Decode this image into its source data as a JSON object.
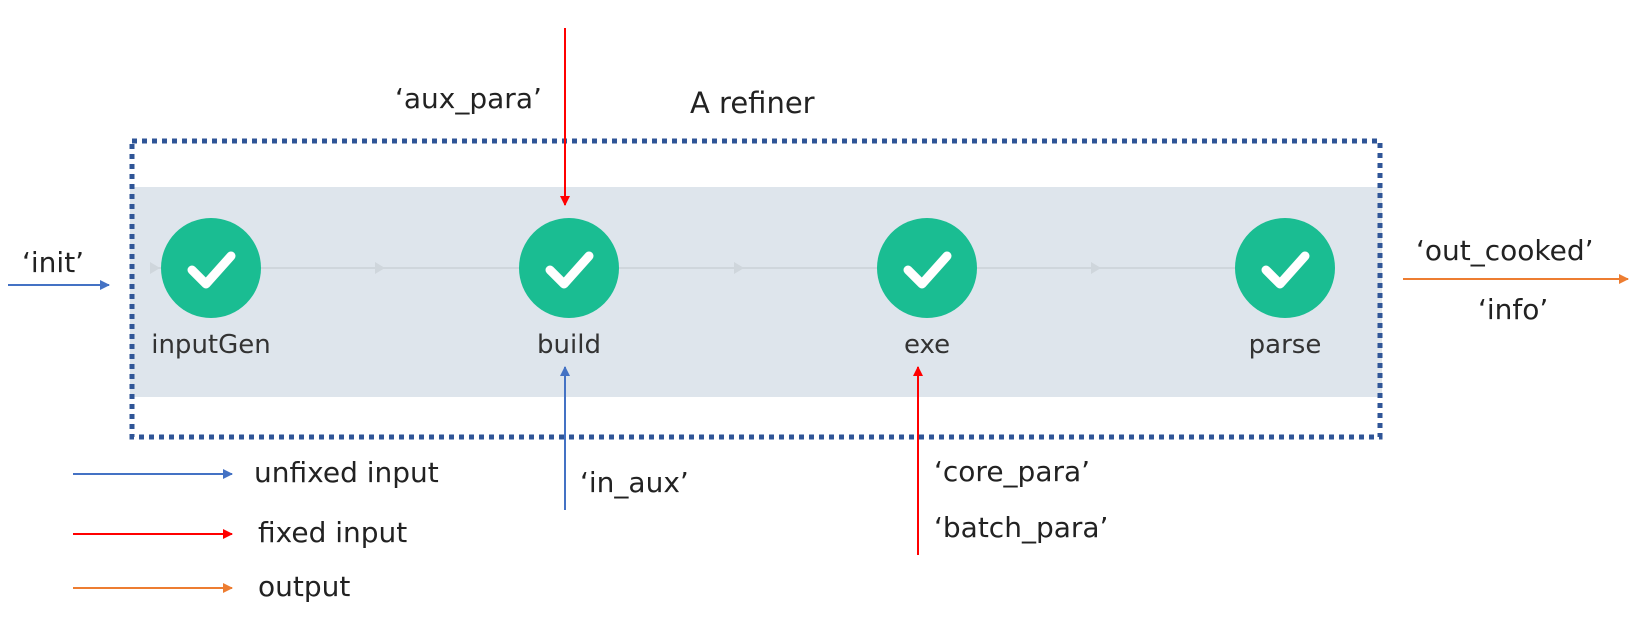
{
  "title": "A refiner",
  "steps": [
    {
      "label": "inputGen",
      "status": "done"
    },
    {
      "label": "build",
      "status": "done"
    },
    {
      "label": "exe",
      "status": "done"
    },
    {
      "label": "parse",
      "status": "done"
    }
  ],
  "inputs": {
    "init": "‘init’",
    "aux_para": "‘aux_para’",
    "in_aux": "‘in_aux’",
    "core_para": "‘core_para’",
    "batch_para": "‘batch_para’"
  },
  "outputs": {
    "out_cooked": "‘out_cooked’",
    "info": "‘info’"
  },
  "legend": [
    {
      "label": "unfixed input",
      "color": "#4472c4"
    },
    {
      "label": "fixed input",
      "color": "#ff0000"
    },
    {
      "label": "output",
      "color": "#ed7d31"
    }
  ],
  "colors": {
    "frame": "#2f5597",
    "band": "#dee5ec",
    "node": "#1abd92",
    "unfixed": "#4472c4",
    "fixed": "#ff0000",
    "output": "#ed7d31"
  }
}
